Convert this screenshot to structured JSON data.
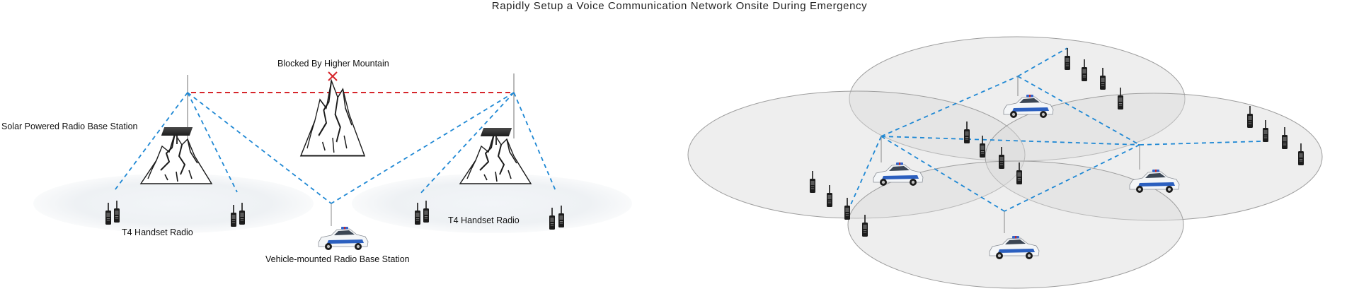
{
  "title": "Rapidly Setup a Voice Communication Network Onsite During Emergency",
  "labels": {
    "blocked": "Blocked By Higher Mountain",
    "solar_station": "Solar Powered Radio Base Station",
    "handset_left": "T4 Handset Radio",
    "handset_right": "T4 Handset Radio",
    "vehicle_station": "Vehicle-mounted Radio Base Station"
  },
  "colors": {
    "link": "#1f88d4",
    "blocked_link": "#d6262b",
    "coverage": "#e3e3e3",
    "coverage_stroke": "#b0b0b0"
  }
}
